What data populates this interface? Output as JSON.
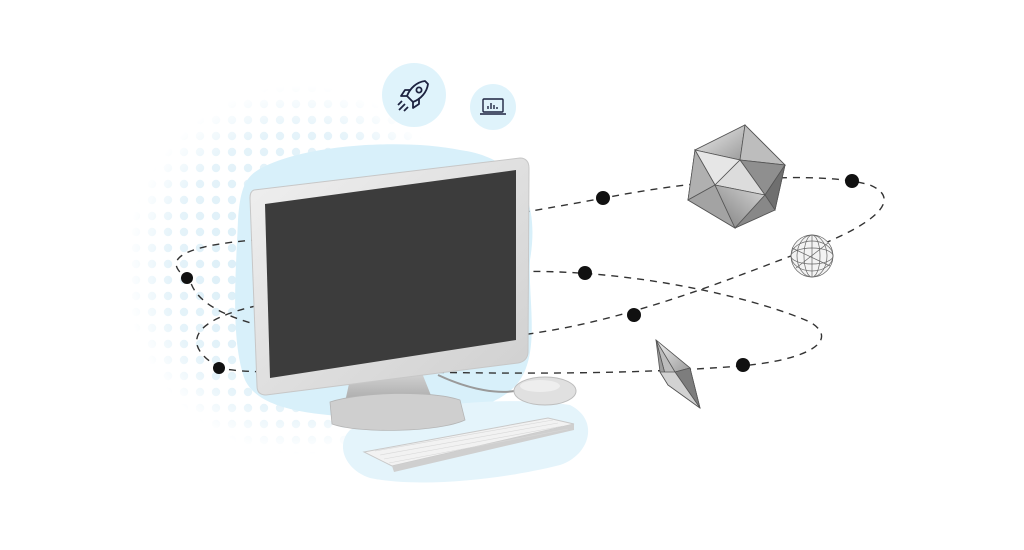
{
  "illustration": {
    "subject": "desktop-computer-with-orbits",
    "icons": [
      "rocket-icon",
      "laptop-chart-icon"
    ],
    "shapes": [
      "icosahedron",
      "wireframe-sphere",
      "octahedron"
    ]
  },
  "colors": {
    "background": "#ffffff",
    "halo": "#d8f0fa",
    "dots": "#cfe9f5",
    "screen": "#3c3c3c",
    "monitor_frame": "#e2e2e2",
    "orbit_line": "#333333",
    "orbit_node": "#111111",
    "icon_bubble": "#dff3fb",
    "icon_stroke": "#1d2340"
  }
}
